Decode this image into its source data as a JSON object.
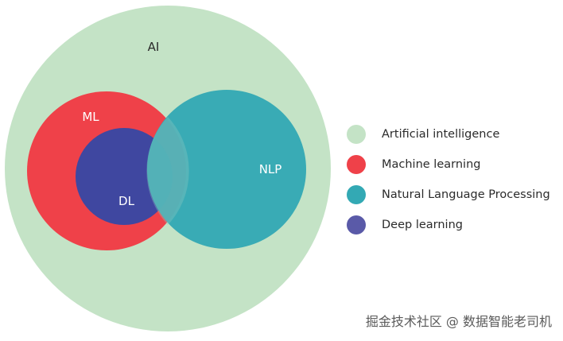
{
  "diagram": {
    "sets": {
      "ai": {
        "label": "AI",
        "color": "#c4e3c6"
      },
      "ml": {
        "label": "ML",
        "color": "#ef4149"
      },
      "dl": {
        "label": "DL",
        "color": "#3f47a0"
      },
      "nlp": {
        "label": "NLP",
        "color": "#33a9b4"
      }
    }
  },
  "legend": {
    "items": [
      {
        "label": "Artificial intelligence",
        "color": "#c4e3c6"
      },
      {
        "label": "Machine learning",
        "color": "#ef4149"
      },
      {
        "label": "Natural Language Processing",
        "color": "#33a9b4"
      },
      {
        "label": "Deep learning",
        "color": "#5a5aa8"
      }
    ]
  },
  "watermark": {
    "text": "掘金技术社区 @ 数据智能老司机"
  }
}
